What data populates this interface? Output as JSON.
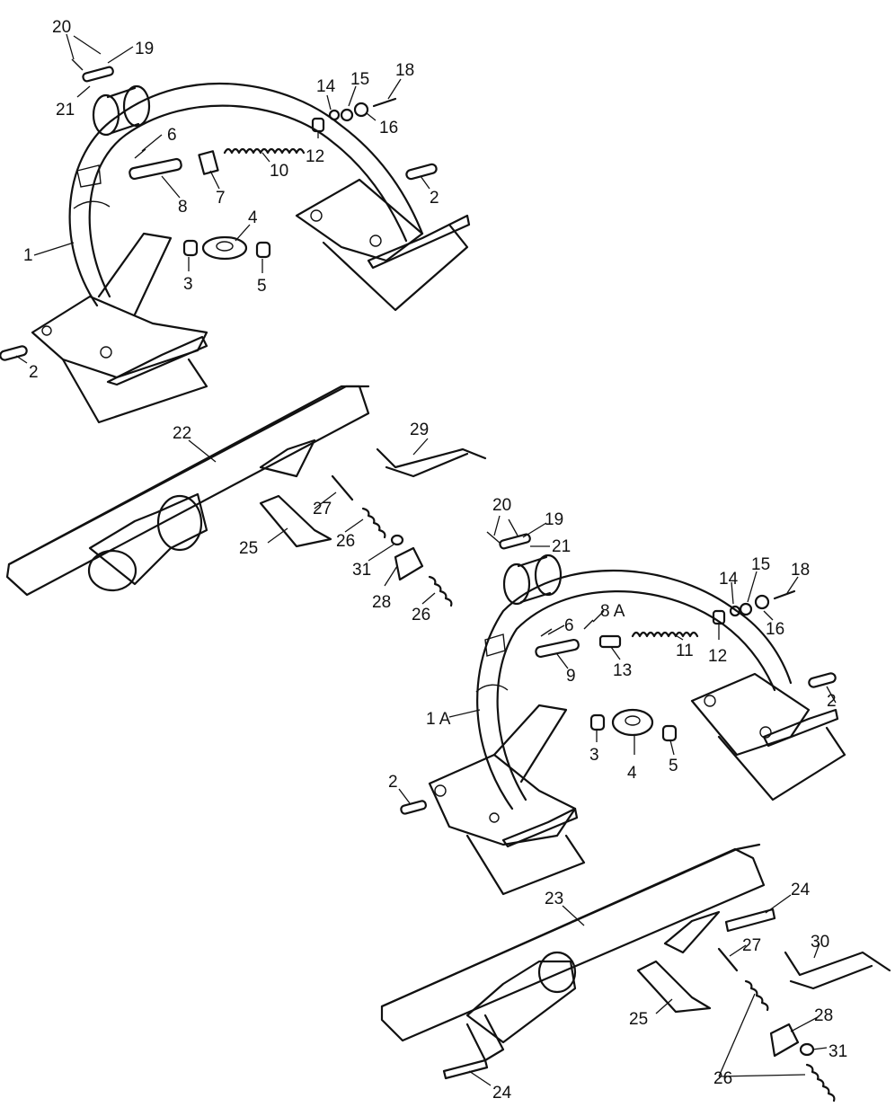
{
  "callouts": {
    "c20a": "20",
    "c19a": "19",
    "c21a": "21",
    "c14a": "14",
    "c15a": "15",
    "c18a": "18",
    "c16a": "16",
    "c6a": "6",
    "c12a": "12",
    "c10": "10",
    "c7": "7",
    "c8": "8",
    "c2a": "2",
    "c4a": "4",
    "c1": "1",
    "c3a": "3",
    "c5a": "5",
    "c2b": "2",
    "c22": "22",
    "c29": "29",
    "c27a": "27",
    "c25a": "25",
    "c26a": "26",
    "c31a": "31",
    "c28a": "28",
    "c26b": "26",
    "c20b": "20",
    "c19b": "19",
    "c21b": "21",
    "c15b": "15",
    "c14b": "14",
    "c18b": "18",
    "c6b": "6",
    "c8A": "8 A",
    "c16b": "16",
    "c11": "11",
    "c12b": "12",
    "c9": "9",
    "c13": "13",
    "c2c": "2",
    "c1A": "1 A",
    "c3b": "3",
    "c4b": "4",
    "c5b": "5",
    "c2d": "2",
    "c24a": "24",
    "c23": "23",
    "c27b": "27",
    "c30": "30",
    "c25b": "25",
    "c28b": "28",
    "c31b": "31",
    "c26c": "26",
    "c24b": "24"
  }
}
